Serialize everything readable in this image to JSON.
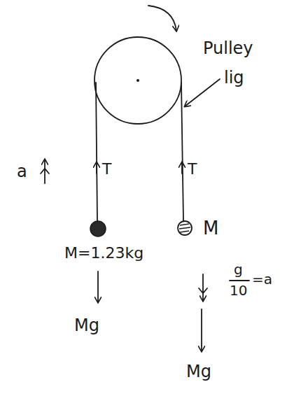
{
  "diagram": {
    "labels": [
      "Pulley",
      "lig",
      "a",
      "T",
      "T",
      "M",
      "M=1.23kg",
      "Mg",
      "g",
      "10",
      "=a",
      "Mg"
    ]
  }
}
